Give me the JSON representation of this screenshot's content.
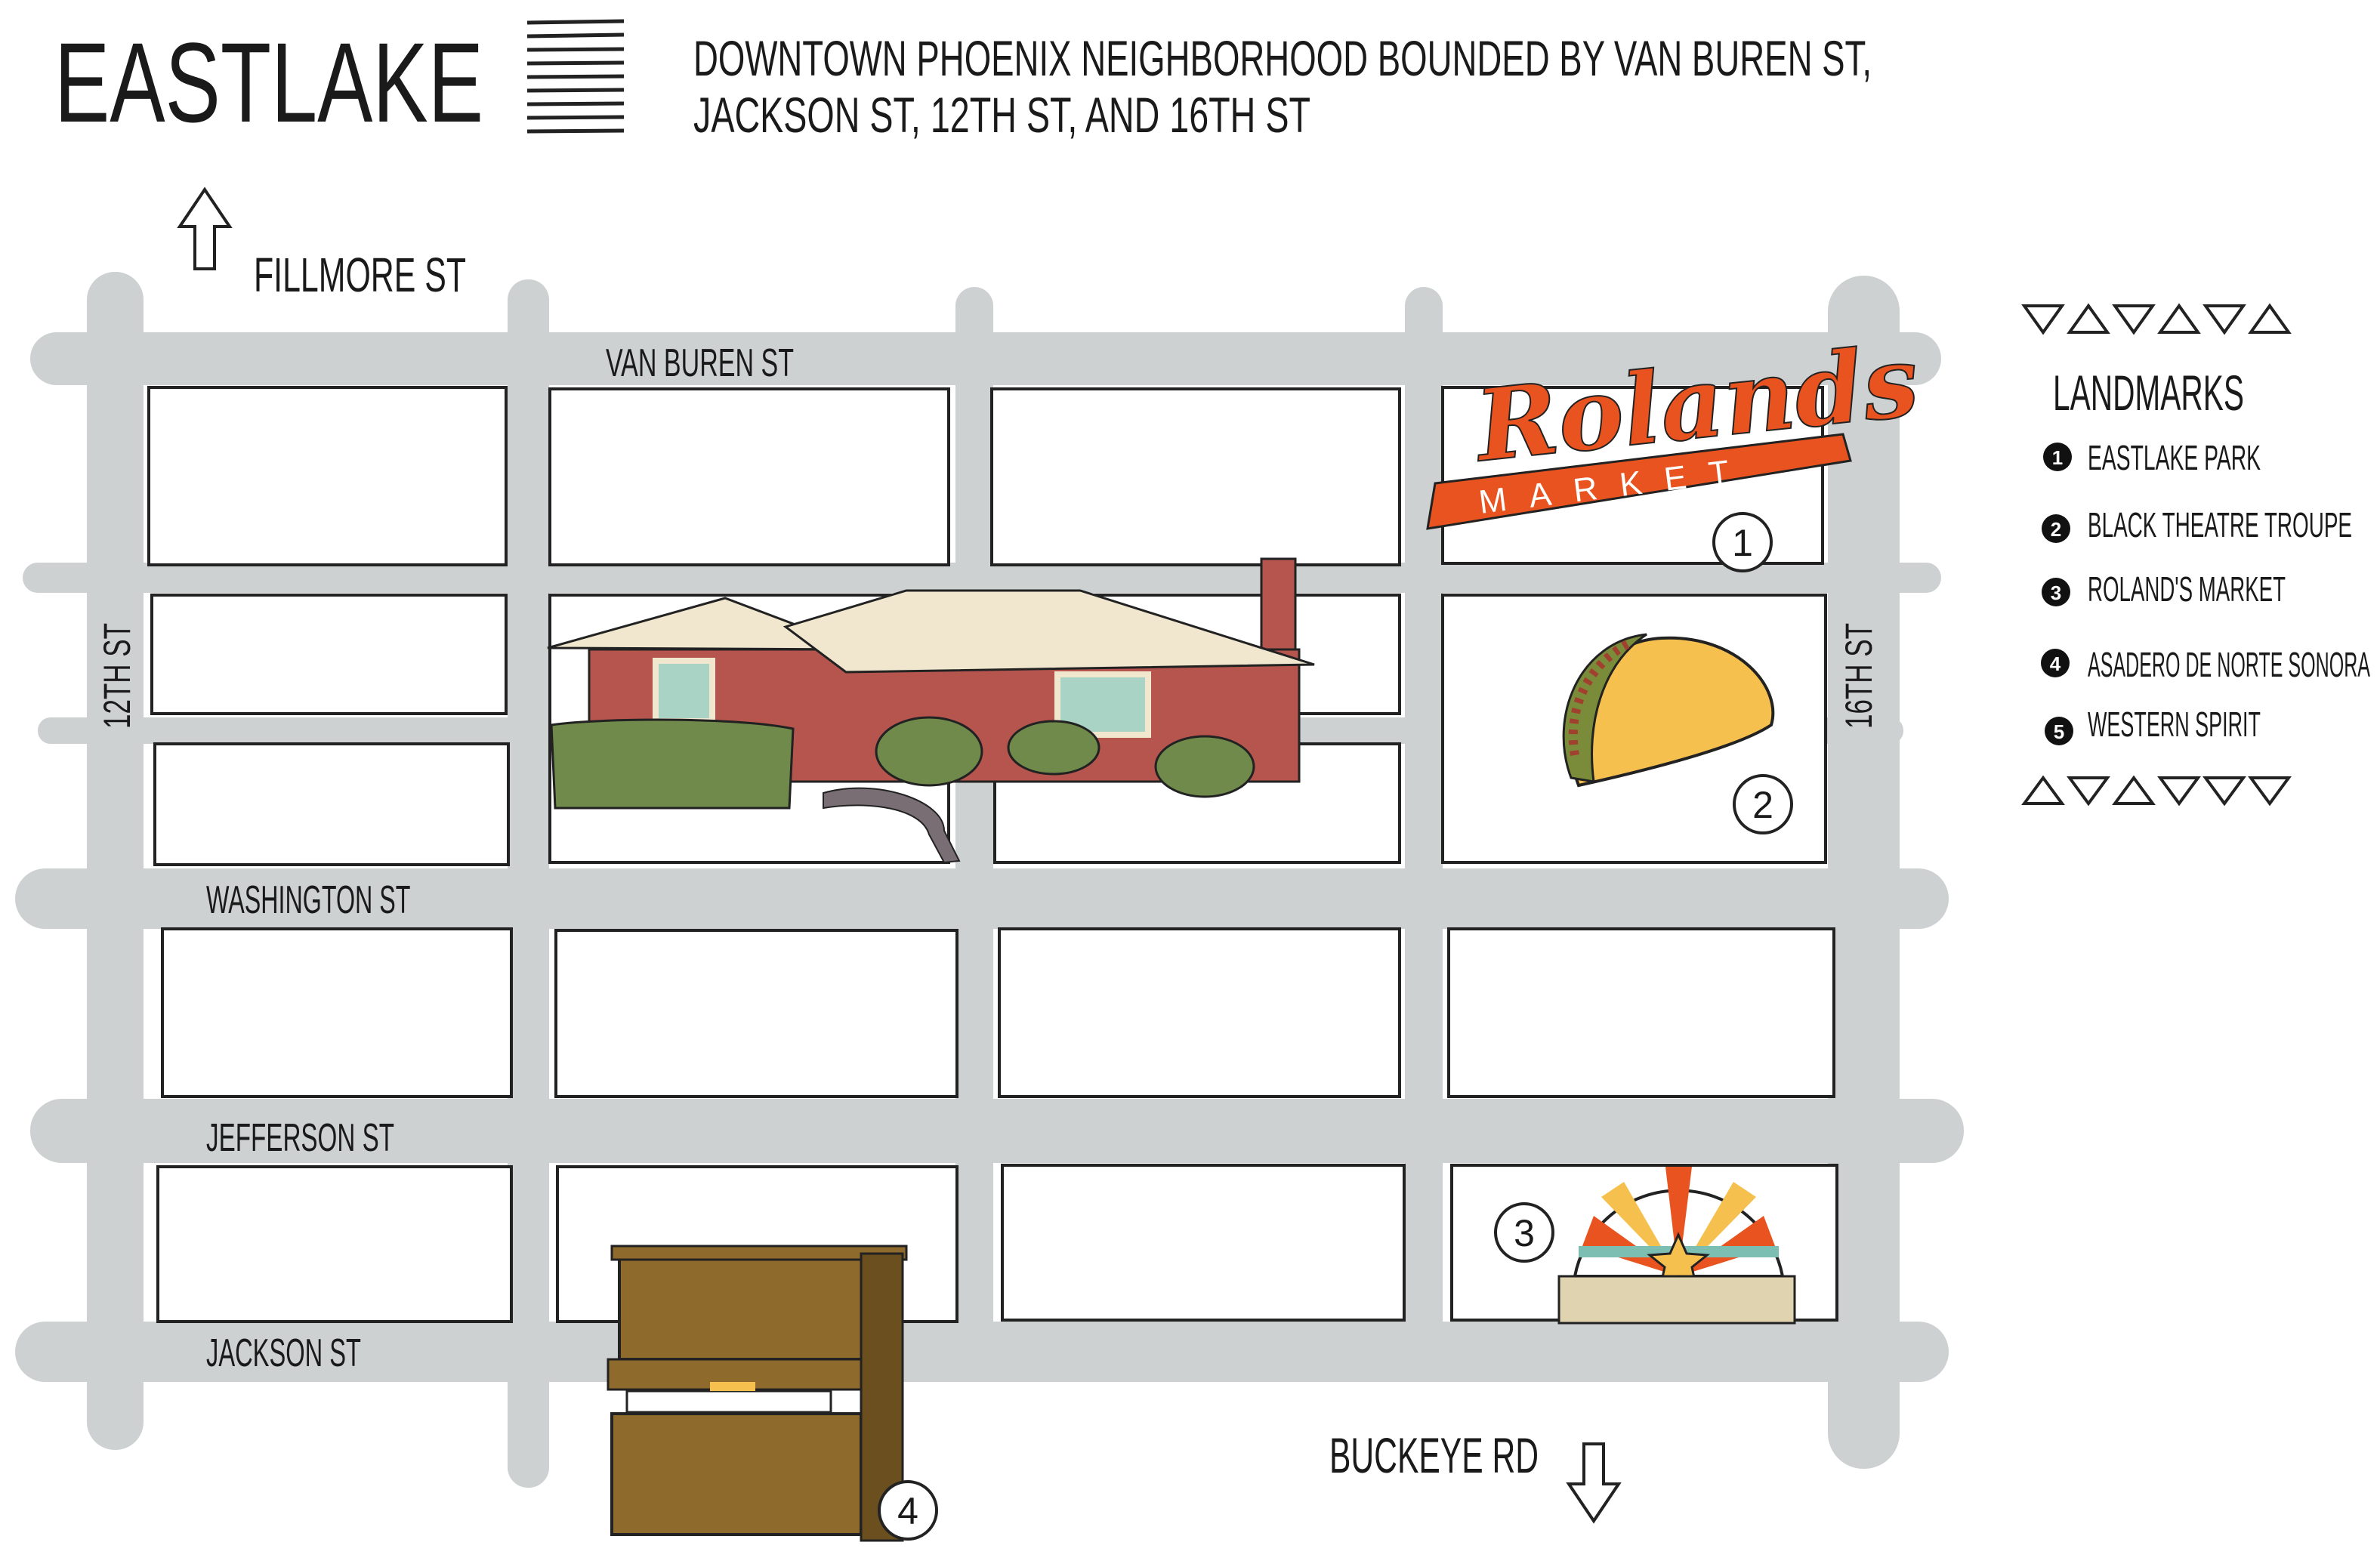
{
  "header": {
    "title": "EASTLAKE",
    "subtitle_line1": "DOWNTOWN PHOENIX NEIGHBORHOOD BOUNDED BY VAN BUREN ST,",
    "subtitle_line2": "JACKSON ST, 12TH ST, AND 16TH ST"
  },
  "streets": {
    "fillmore": "FILLMORE ST",
    "van_buren": "VAN BUREN ST",
    "washington": "WASHINGTON ST",
    "jefferson": "JEFFERSON ST",
    "jackson": "JACKSON ST",
    "twelfth": "12TH ST",
    "sixteenth": "16TH ST",
    "buckeye": "BUCKEYE RD"
  },
  "legend": {
    "title": "LANDMARKS",
    "items": [
      {
        "num": "1",
        "label": "EASTLAKE PARK"
      },
      {
        "num": "2",
        "label": "BLACK THEATRE TROUPE"
      },
      {
        "num": "3",
        "label": "ROLAND'S MARKET"
      },
      {
        "num": "4",
        "label": "ASADERO DE NORTE SONORA"
      },
      {
        "num": "5",
        "label": "WESTERN SPIRIT"
      }
    ]
  },
  "markers": {
    "m1": "1",
    "m2": "2",
    "m3": "3",
    "m4": "4"
  },
  "logo": {
    "rolands_script": "Rolands",
    "rolands_sub": "MARKET"
  },
  "colors": {
    "road": "#cdd1d1",
    "sign": "#e8531f",
    "taco": "#f6c04e",
    "brick": "#b5554e",
    "roof": "#f1e7cf",
    "piano": "#8e6b2c"
  }
}
